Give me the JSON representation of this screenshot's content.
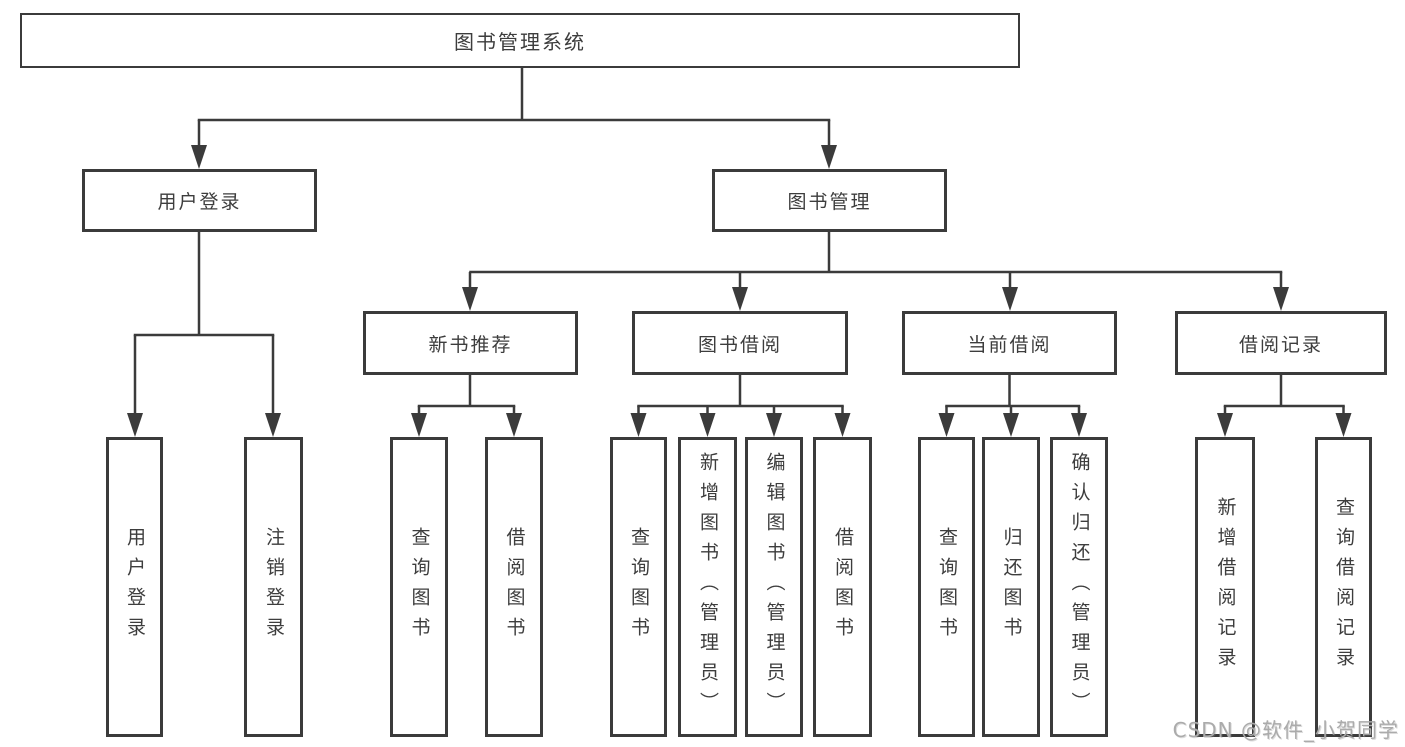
{
  "page": {
    "background": "#ffffff",
    "line_color": "#3b3b3b",
    "text_color": "#3d3d3d",
    "watermark_text": "CSDN @软件_小贺同学",
    "watermark_color": "#ababab"
  },
  "tree": {
    "root": "图书管理系统",
    "level2": [
      "用户登录",
      "图书管理"
    ],
    "level3": [
      "新书推荐",
      "图书借阅",
      "当前借阅",
      "借阅记录"
    ],
    "leaves_user_login": [
      "用户登录",
      "注销登录"
    ],
    "leaves_new_book": [
      "查询图书",
      "借阅图书"
    ],
    "leaves_book_borrow": [
      "查询图书",
      "新增图书（管理员）",
      "编辑图书（管理员）",
      "借阅图书"
    ],
    "leaves_current_borrow": [
      "查询图书",
      "归还图书",
      "确认归还（管理员）"
    ],
    "leaves_borrow_record": [
      "新增借阅记录",
      "查询借阅记录"
    ]
  }
}
